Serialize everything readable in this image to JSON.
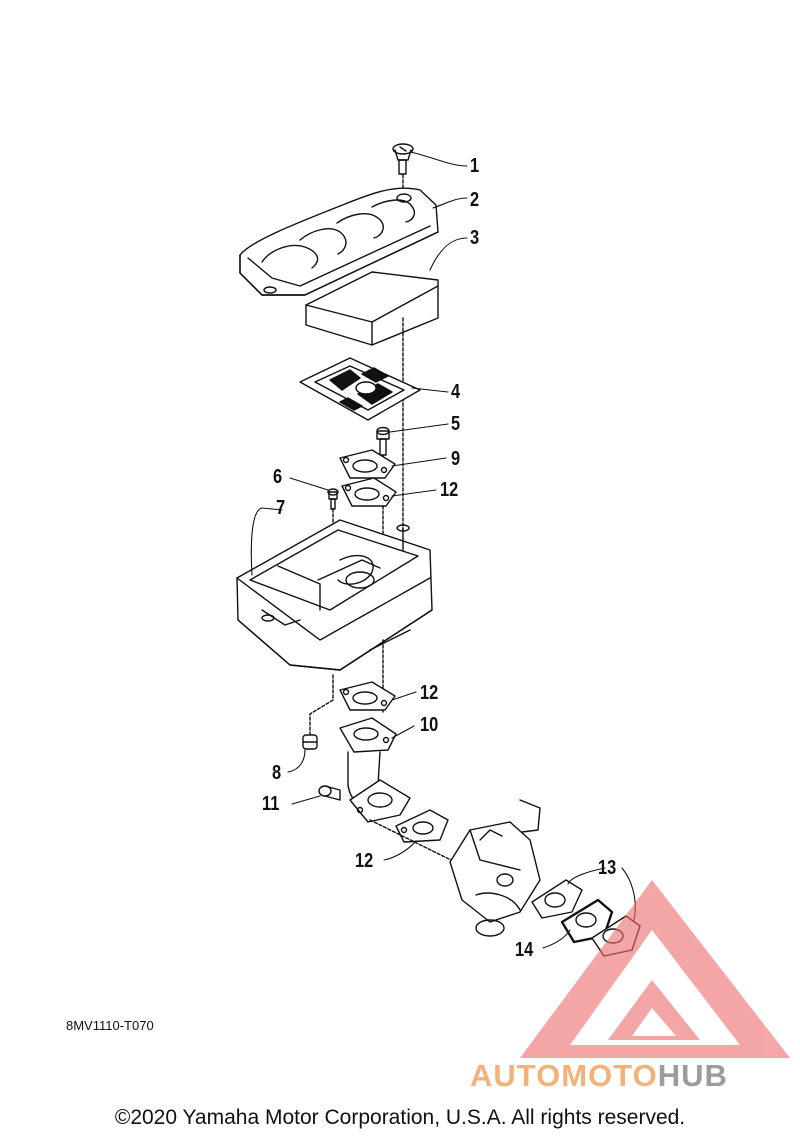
{
  "callouts": [
    {
      "id": "1",
      "label": "1"
    },
    {
      "id": "2",
      "label": "2"
    },
    {
      "id": "3",
      "label": "3"
    },
    {
      "id": "4",
      "label": "4"
    },
    {
      "id": "5",
      "label": "5"
    },
    {
      "id": "9",
      "label": "9"
    },
    {
      "id": "6",
      "label": "6"
    },
    {
      "id": "12a",
      "label": "12"
    },
    {
      "id": "7",
      "label": "7"
    },
    {
      "id": "12b",
      "label": "12"
    },
    {
      "id": "10",
      "label": "10"
    },
    {
      "id": "8",
      "label": "8"
    },
    {
      "id": "11",
      "label": "11"
    },
    {
      "id": "12c",
      "label": "12"
    },
    {
      "id": "13",
      "label": "13"
    },
    {
      "id": "14",
      "label": "14"
    }
  ],
  "drawing_code": "8MV1110-T070",
  "watermark": {
    "part1": "AUTOMOTO",
    "part2": "HUB",
    "color1": "#f2b27a",
    "color2": "#9c9c9c",
    "logo_color": "#e05050"
  },
  "copyright": "©2020 Yamaha Motor Corporation, U.S.A. All rights reserved."
}
